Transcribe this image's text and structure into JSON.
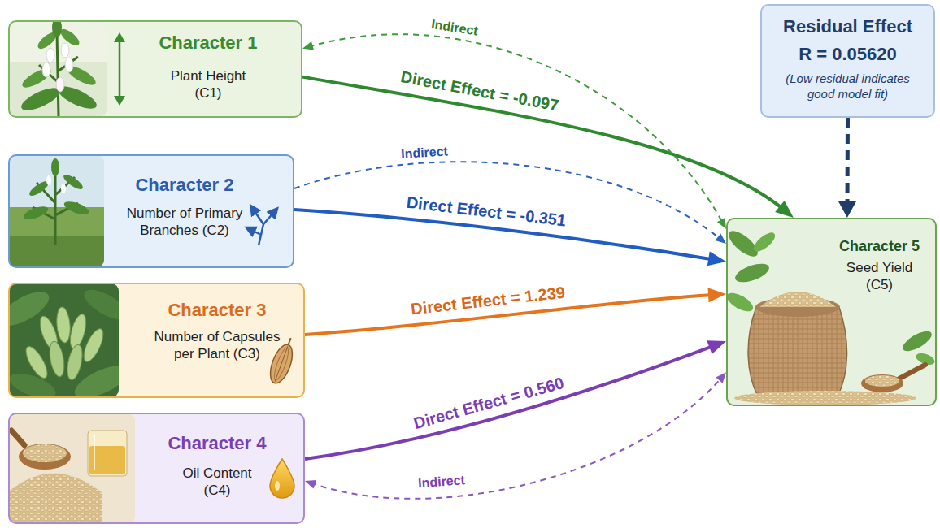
{
  "diagram": {
    "nodes": [
      {
        "text": [
          "Character 1",
          "Plant Height (C1)"
        ]
      },
      {
        "text": [
          "Character 2",
          "Number of Primary Branches (C2)"
        ]
      },
      {
        "text": [
          "Character 3",
          "Number of Capsules per Plant (C3)"
        ]
      },
      {
        "text": [
          "Character 4",
          "Oil Content (C4)"
        ]
      },
      {
        "text": [
          "Residual Effect",
          "R = 0.05620",
          "(Low residual indicates good model fit)"
        ]
      },
      {
        "text": [
          "Character 5",
          "Seed Yield (C5)"
        ]
      }
    ],
    "edges": [
      {
        "from": 0,
        "to": 5,
        "label": "Direct Effect = -0.097",
        "arrow": "to"
      },
      {
        "from": 0,
        "to": 5,
        "label": "Indirect",
        "arrow": "both"
      },
      {
        "from": 1,
        "to": 5,
        "label": "Direct Effect = -0.351",
        "arrow": "to"
      },
      {
        "from": 1,
        "to": 5,
        "label": "Indirect",
        "arrow": "to"
      },
      {
        "from": 2,
        "to": 5,
        "label": "Direct Effect = 1.239",
        "arrow": "to"
      },
      {
        "from": 3,
        "to": 5,
        "label": "Direct Effect = 0.560",
        "arrow": "to"
      },
      {
        "from": 3,
        "to": 5,
        "label": "Indirect",
        "arrow": "both"
      },
      {
        "from": 4,
        "to": 5,
        "arrow": "to"
      }
    ]
  }
}
